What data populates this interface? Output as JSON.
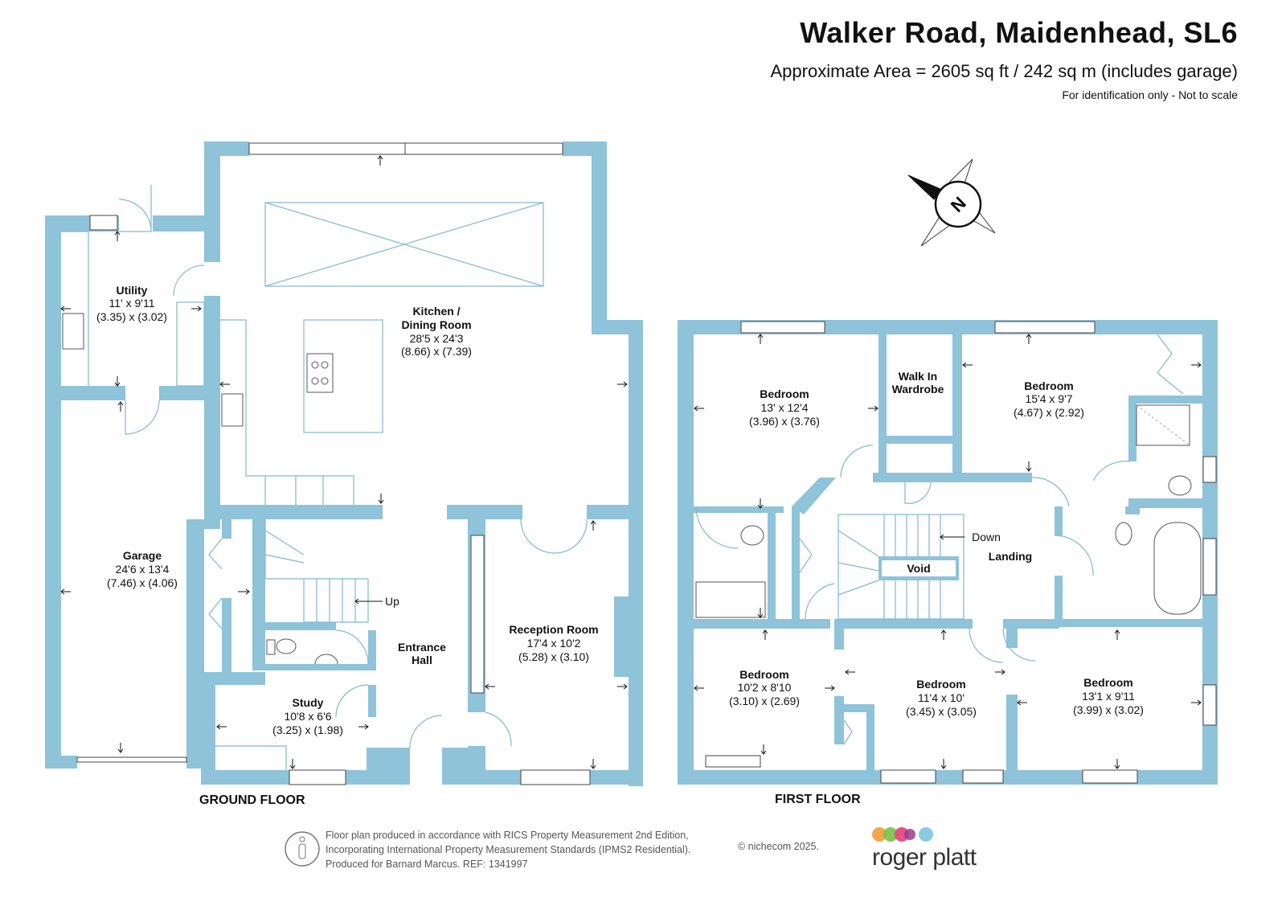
{
  "header": {
    "title": "Walker Road, Maidenhead, SL6",
    "area": "Approximate Area = 2605 sq ft / 242 sq m (includes garage)",
    "note": "For identification only - Not to scale"
  },
  "compass": {
    "letter": "N"
  },
  "ground_floor": {
    "label": "GROUND FLOOR",
    "rooms": [
      {
        "name": "Utility",
        "imperial": "11' x 9'11",
        "metric": "(3.35) x (3.02)"
      },
      {
        "name": "Kitchen /",
        "name2": "Dining Room",
        "imperial": "28'5 x 24'3",
        "metric": "(8.66) x (7.39)"
      },
      {
        "name": "Garage",
        "imperial": "24'6 x 13'4",
        "metric": "(7.46) x (4.06)"
      },
      {
        "name": "Reception Room",
        "imperial": "17'4 x 10'2",
        "metric": "(5.28) x (3.10)"
      },
      {
        "name": "Entrance",
        "name2": "Hall"
      },
      {
        "name": "Study",
        "imperial": "10'8 x 6'6",
        "metric": "(3.25) x (1.98)"
      }
    ],
    "stairs_label": "Up"
  },
  "first_floor": {
    "label": "FIRST FLOOR",
    "rooms": [
      {
        "name": "Bedroom",
        "imperial": "13' x 12'4",
        "metric": "(3.96) x (3.76)"
      },
      {
        "name": "Walk In",
        "name2": "Wardrobe"
      },
      {
        "name": "Bedroom",
        "imperial": "15'4 x 9'7",
        "metric": "(4.67) x (2.92)"
      },
      {
        "name": "Landing"
      },
      {
        "name": "Void"
      },
      {
        "name": "Bedroom",
        "imperial": "10'2 x 8'10",
        "metric": "(3.10) x (2.69)"
      },
      {
        "name": "Bedroom",
        "imperial": "11'4 x 10'",
        "metric": "(3.45) x (3.05)"
      },
      {
        "name": "Bedroom",
        "imperial": "13'1 x 9'11",
        "metric": "(3.99) x (3.02)"
      }
    ],
    "stairs_label": "Down"
  },
  "footer": {
    "line1": "Floor plan produced in accordance with RICS Property Measurement 2nd Edition,",
    "line2": "Incorporating International Property Measurement Standards (IPMS2 Residential).",
    "line3": "Produced for Barnard Marcus.   REF:  1341997",
    "copyright": "© nichecom 2025.",
    "brand": "roger platt"
  },
  "colors": {
    "wall": "#8ec3d9",
    "logo_dots": [
      "#f39c3c",
      "#7ac143",
      "#e0407b",
      "#9b3b8f",
      "#7cc5e0"
    ]
  }
}
